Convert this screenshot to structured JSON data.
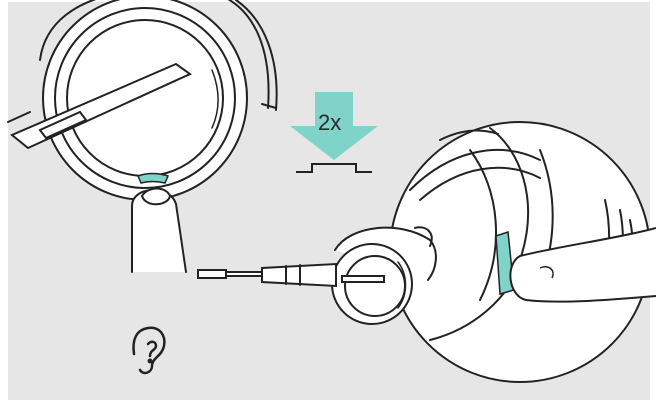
{
  "illustration": {
    "press_count_label": "2x",
    "colors": {
      "panel": "#e6e6e6",
      "line": "#222222",
      "accent": "#7fd3c8",
      "white": "#ffffff"
    }
  },
  "icons": [
    "headset-left-closeup",
    "finger-press",
    "double-press-arrow-icon",
    "button-press-icon",
    "headset-on-ear-closeup",
    "ear-with-question-icon"
  ]
}
